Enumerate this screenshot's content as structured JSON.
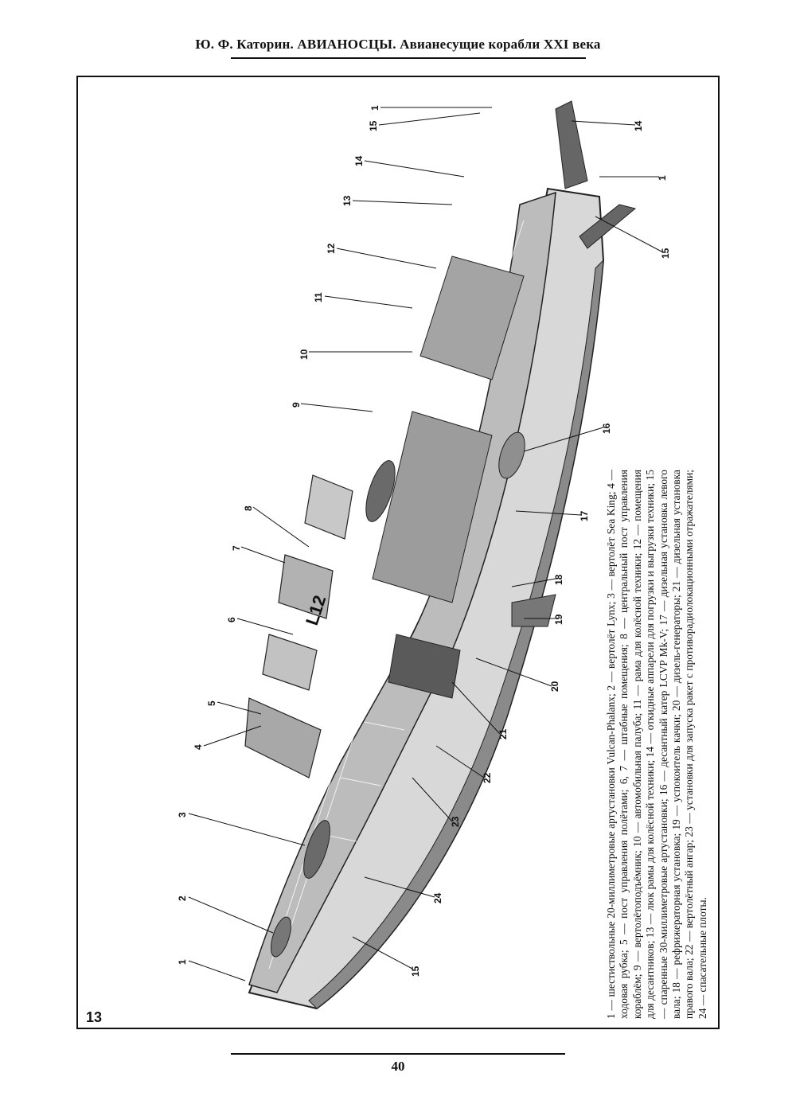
{
  "header": {
    "title": "Ю. Ф. Каторин. АВИАНОСЦЫ. Авианесущие корабли XXI века"
  },
  "figure": {
    "number": "13",
    "hull_marking": "L12",
    "callouts": [
      "1",
      "2",
      "3",
      "4",
      "5",
      "6",
      "7",
      "8",
      "9",
      "10",
      "11",
      "12",
      "13",
      "14",
      "15",
      "16",
      "17",
      "18",
      "19",
      "20",
      "21",
      "22",
      "23",
      "24"
    ],
    "caption": "1 — шестиствольные 20-миллиметровые артустановки Vulcan-Phalanx; 2 — вертолёт Lynx; 3 — вертолёт Sea King; 4 — ходовая рубка; 5 — пост управления полётами; 6, 7 — штабные помещения; 8 — центральный пост управления кораблём; 9 — вертолётоподъёмник; 10 — автомобильная палуба; 11 — рама для колёсной техники; 12 — помещения для десантников; 13 — люк рамы для колёсной техники; 14 — откидные аппарели для погрузки и выгрузки техники; 15 — спаренные 30-миллиметровые артустановки; 16 — десантный катер LCVP Mk-V; 17 — дизельная установка левого вала; 18 — рефрижераторная установка; 19 — успокоитель качки; 20 — дизель-генераторы; 21 — дизельная установка правого вала; 22 — вертолётный ангар; 23 — установки для запуска ракет с противорадиолокационными отражателями; 24 — спасательные плоты."
  },
  "footer": {
    "page_number": "40"
  }
}
